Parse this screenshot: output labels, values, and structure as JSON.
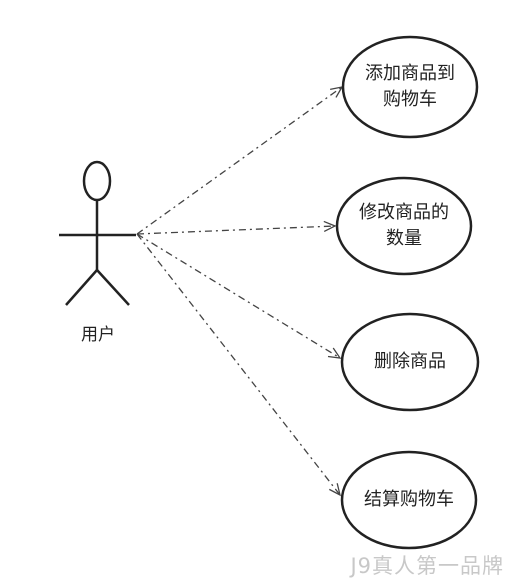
{
  "actor": {
    "label": "用户"
  },
  "use_cases": [
    {
      "lines": [
        "添加商品到",
        "购物车"
      ]
    },
    {
      "lines": [
        "修改商品的",
        "数量"
      ]
    },
    {
      "lines": [
        "删除商品"
      ]
    },
    {
      "lines": [
        "结算购物车"
      ]
    }
  ],
  "watermark": "J9真人第一品牌",
  "colors": {
    "stroke": "#222222",
    "dash_line": "#444444",
    "watermark": "#c8c8c8"
  }
}
